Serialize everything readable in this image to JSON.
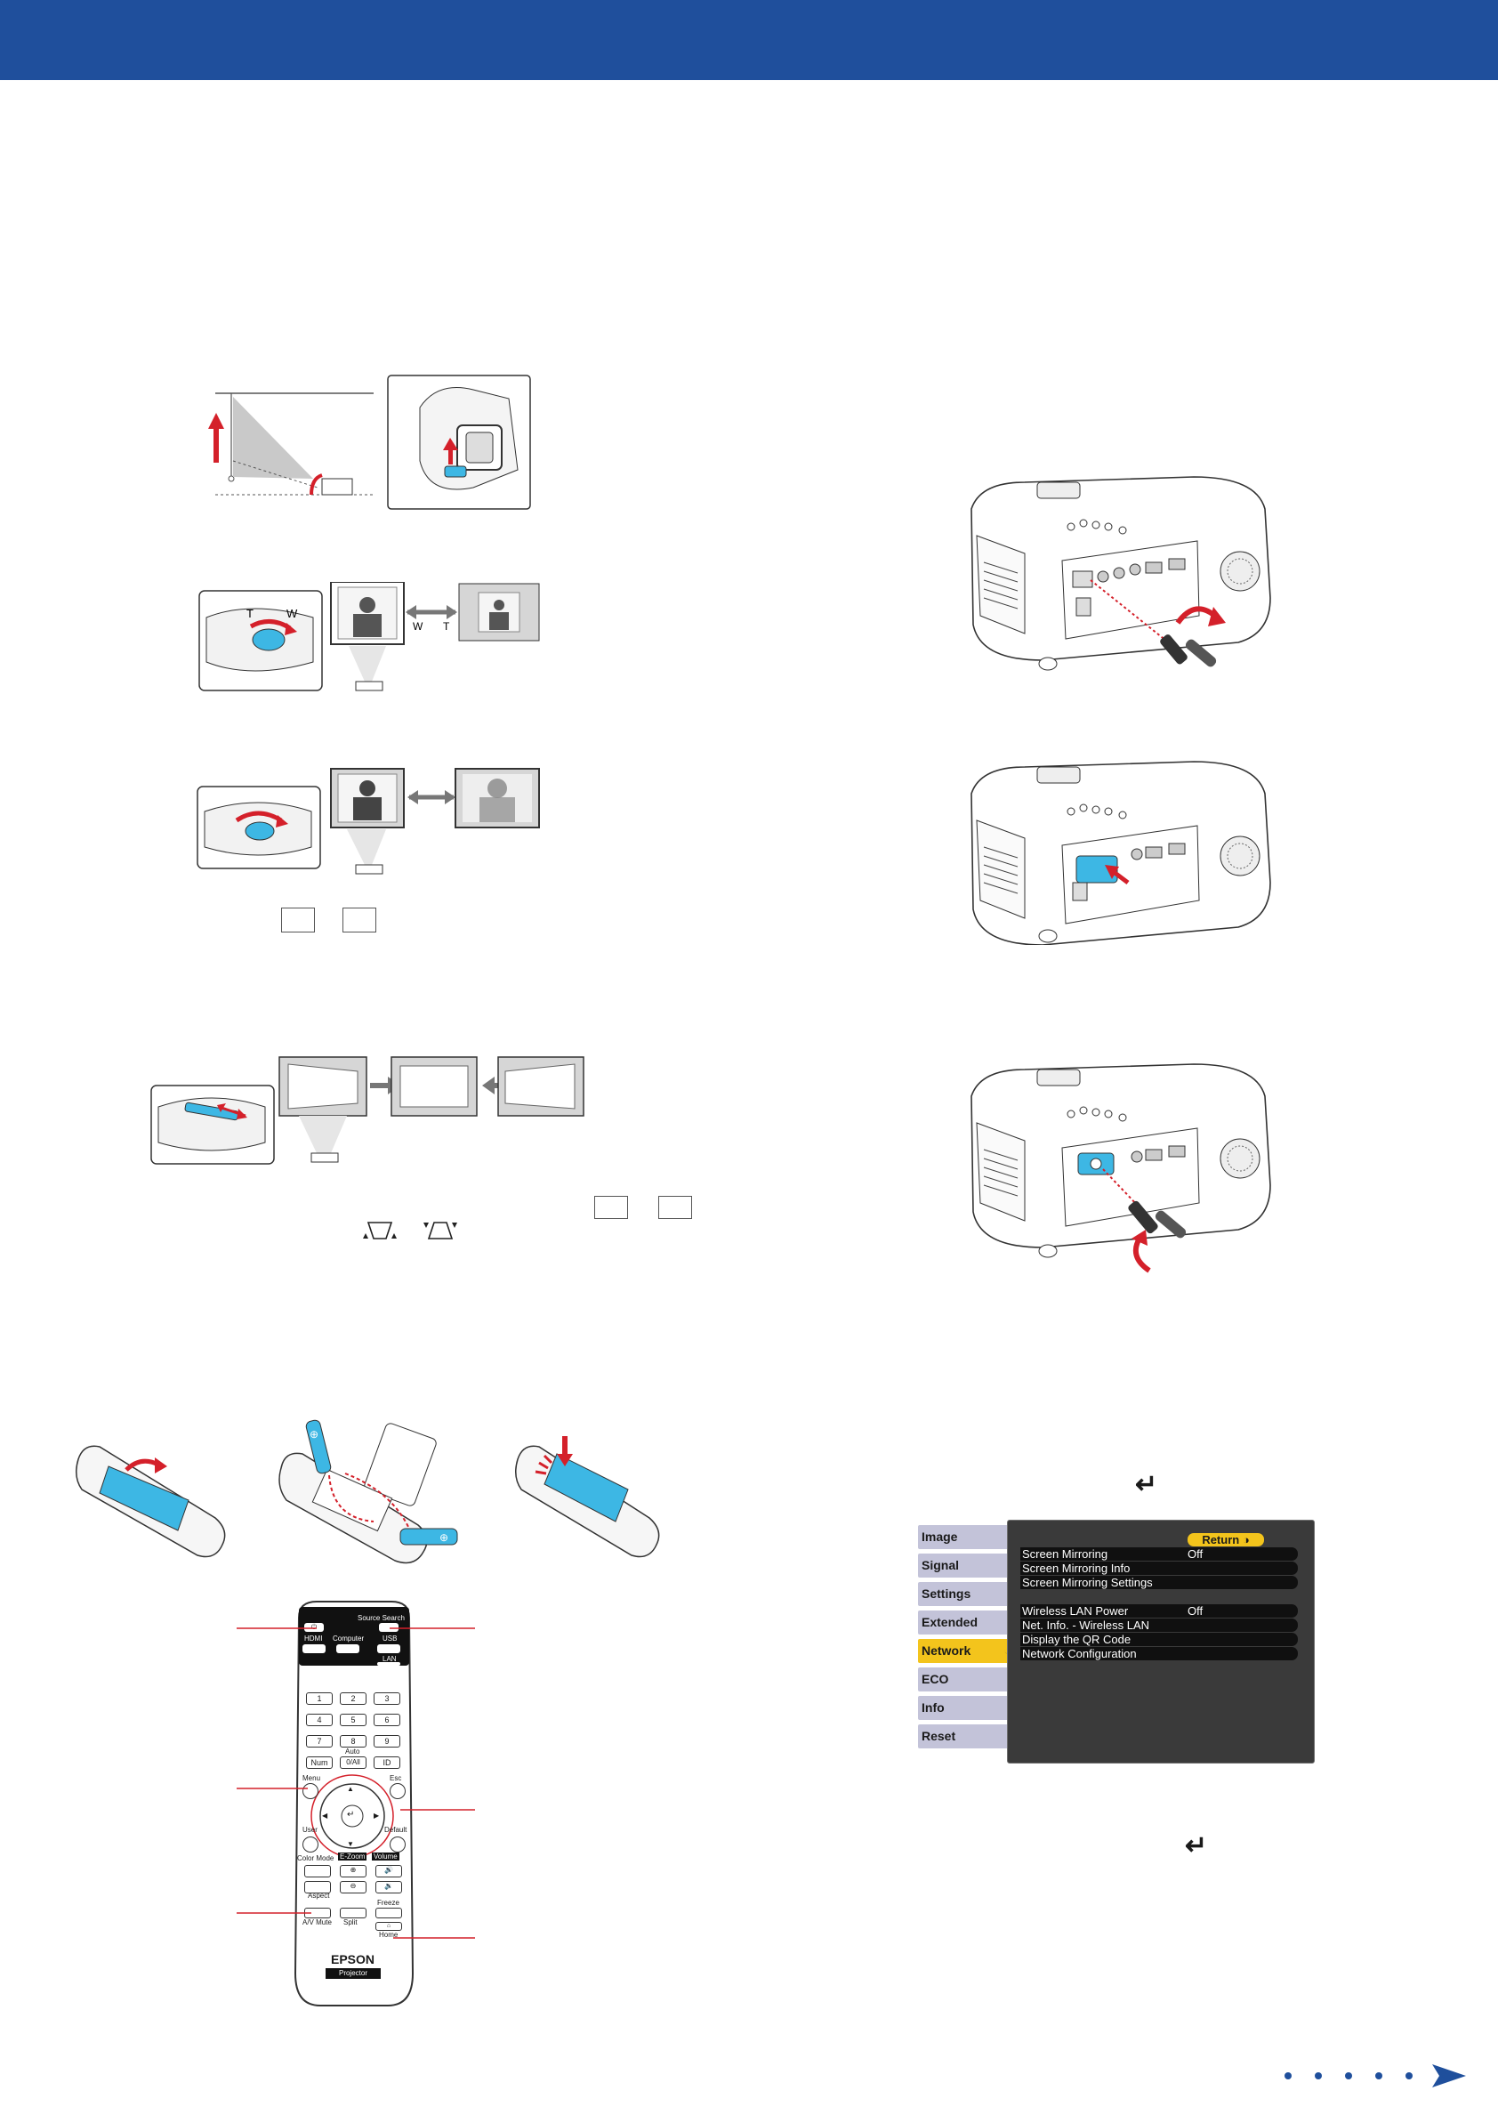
{
  "header": {
    "color": "#1f4f9c"
  },
  "accent_colors": {
    "blue": "#1f4f9c",
    "cyan": "#3db7e4",
    "red": "#d4202a",
    "menu_yellow": "#f3c41c"
  },
  "lens_labels": {
    "zoom_lever_t": "T",
    "zoom_lever_w": "W",
    "zoom_arrow_w": "W",
    "zoom_arrow_t": "T"
  },
  "remote": {
    "source_search": "Source Search",
    "hdmi": "HDMI",
    "computer": "Computer",
    "usb": "USB",
    "lan": "LAN",
    "keys": [
      "1",
      "2",
      "3",
      "4",
      "5",
      "6",
      "7",
      "8",
      "9"
    ],
    "num": "Num",
    "auto": "Auto",
    "zero_all": "0/All",
    "id": "ID",
    "menu": "Menu",
    "esc": "Esc",
    "user": "User",
    "default": "Default",
    "color_mode": "Color Mode",
    "e_zoom": "E-Zoom",
    "volume": "Volume",
    "aspect": "Aspect",
    "av_mute": "A/V Mute",
    "split": "Split",
    "freeze": "Freeze",
    "home": "Home",
    "brand": "EPSON",
    "model": "Projector"
  },
  "osd_menu": {
    "sidebar": [
      {
        "label": "Image",
        "active": false
      },
      {
        "label": "Signal",
        "active": false
      },
      {
        "label": "Settings",
        "active": false
      },
      {
        "label": "Extended",
        "active": false
      },
      {
        "label": "Network",
        "active": true
      },
      {
        "label": "ECO",
        "active": false
      },
      {
        "label": "Info",
        "active": false
      },
      {
        "label": "Reset",
        "active": false
      }
    ],
    "return_label": "Return",
    "group1": [
      {
        "label": "Screen Mirroring",
        "value": "Off"
      },
      {
        "label": "Screen Mirroring Info",
        "value": ""
      },
      {
        "label": "Screen Mirroring Settings",
        "value": ""
      }
    ],
    "group2": [
      {
        "label": "Wireless LAN Power",
        "value": "Off"
      },
      {
        "label": "Net. Info. - Wireless LAN",
        "value": ""
      },
      {
        "label": "Display the QR Code",
        "value": ""
      },
      {
        "label": "Network Configuration",
        "value": ""
      }
    ]
  },
  "enter_icon_name": "enter-icon",
  "next_page_icon": "arrow-right-icon"
}
